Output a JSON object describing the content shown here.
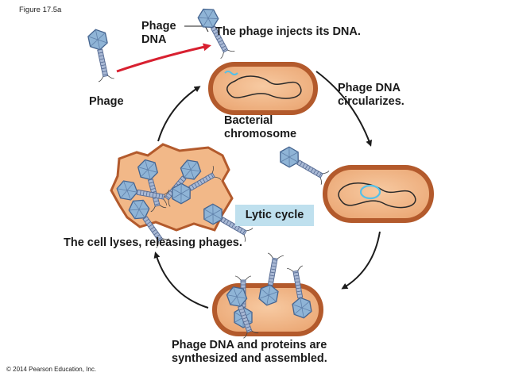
{
  "figure_label": "Figure 17.5a",
  "copyright": "© 2014 Pearson Education, Inc.",
  "labels": {
    "phage_dna": [
      "Phage",
      "DNA"
    ],
    "injects": "The phage injects its DNA.",
    "phage": "Phage",
    "circularizes": [
      "Phage DNA",
      "circularizes."
    ],
    "chromosome": [
      "Bacterial",
      "chromosome"
    ],
    "lytic_cycle": "Lytic cycle",
    "lyses": "The cell lyses, releasing phages.",
    "synthesized": [
      "Phage DNA and proteins are",
      "synthesized and assembled."
    ]
  },
  "colors": {
    "cell_fill": "#f2b888",
    "cell_border": "#b35a2c",
    "phage_head": "#8fb4d6",
    "phage_tail": "#7f93b8",
    "injection_arrow": "#d82030",
    "cycle_arrow": "#1c1c1c",
    "circular_dna": "#55c0e8",
    "lytic_box": "#bfe0ee"
  }
}
